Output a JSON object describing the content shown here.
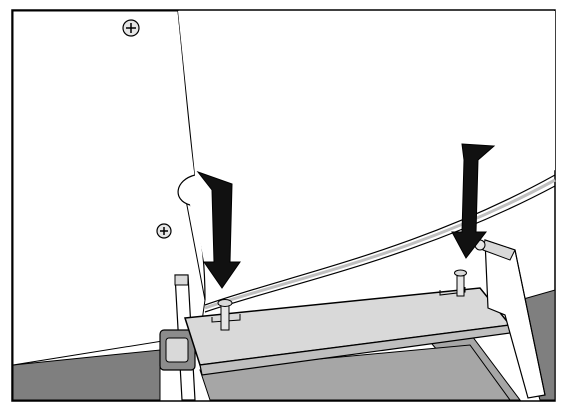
{
  "figure": {
    "arrows": [
      "down-arrow",
      "down-arrow"
    ],
    "fasteners": [
      "phillips-screw",
      "phillips-screw",
      "pin",
      "pin"
    ],
    "colors": {
      "outline": "#000000",
      "panel": "#ffffff",
      "floor": "#7f7f7f",
      "shadow": "#a6a6a6",
      "plate": "#d9d9d9",
      "arrow": "#111111"
    }
  }
}
